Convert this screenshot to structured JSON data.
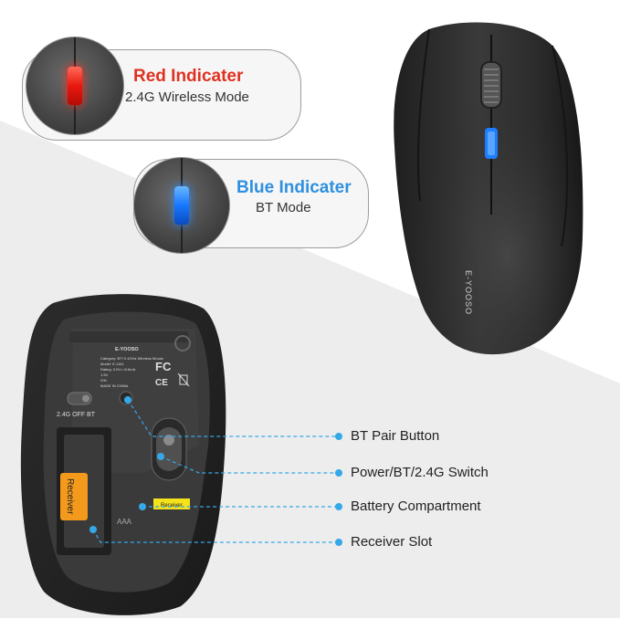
{
  "indicators": {
    "red": {
      "title": "Red Indicater",
      "subtitle": "2.4G Wireless Mode",
      "color": "#e03120"
    },
    "blue": {
      "title": "Blue Indicater",
      "subtitle": "BT Mode",
      "color": "#2e90e0"
    }
  },
  "mouse_top": {
    "brand": "E-YOOSO"
  },
  "mouse_bottom": {
    "brand": "E-YOOSO",
    "switch_label": "2.4G OFF BT",
    "receiver_tab": "Receiver",
    "receiver_sticker": "Receiver",
    "label_lines": [
      "Category: BT+2.4GHz Wireless Mouse",
      "Model: E-1161",
      "Rating: 3.0V==5.6mA",
      "1.5V",
      "S/N",
      "MADE IN CHINA"
    ],
    "cert_marks": [
      "FC",
      "CE"
    ]
  },
  "callouts": [
    {
      "label": "BT Pair Button"
    },
    {
      "label": "Power/BT/2.4G Switch"
    },
    {
      "label": "Battery Compartment"
    },
    {
      "label": "Receiver Slot"
    }
  ],
  "accent_color": "#35a8e8"
}
